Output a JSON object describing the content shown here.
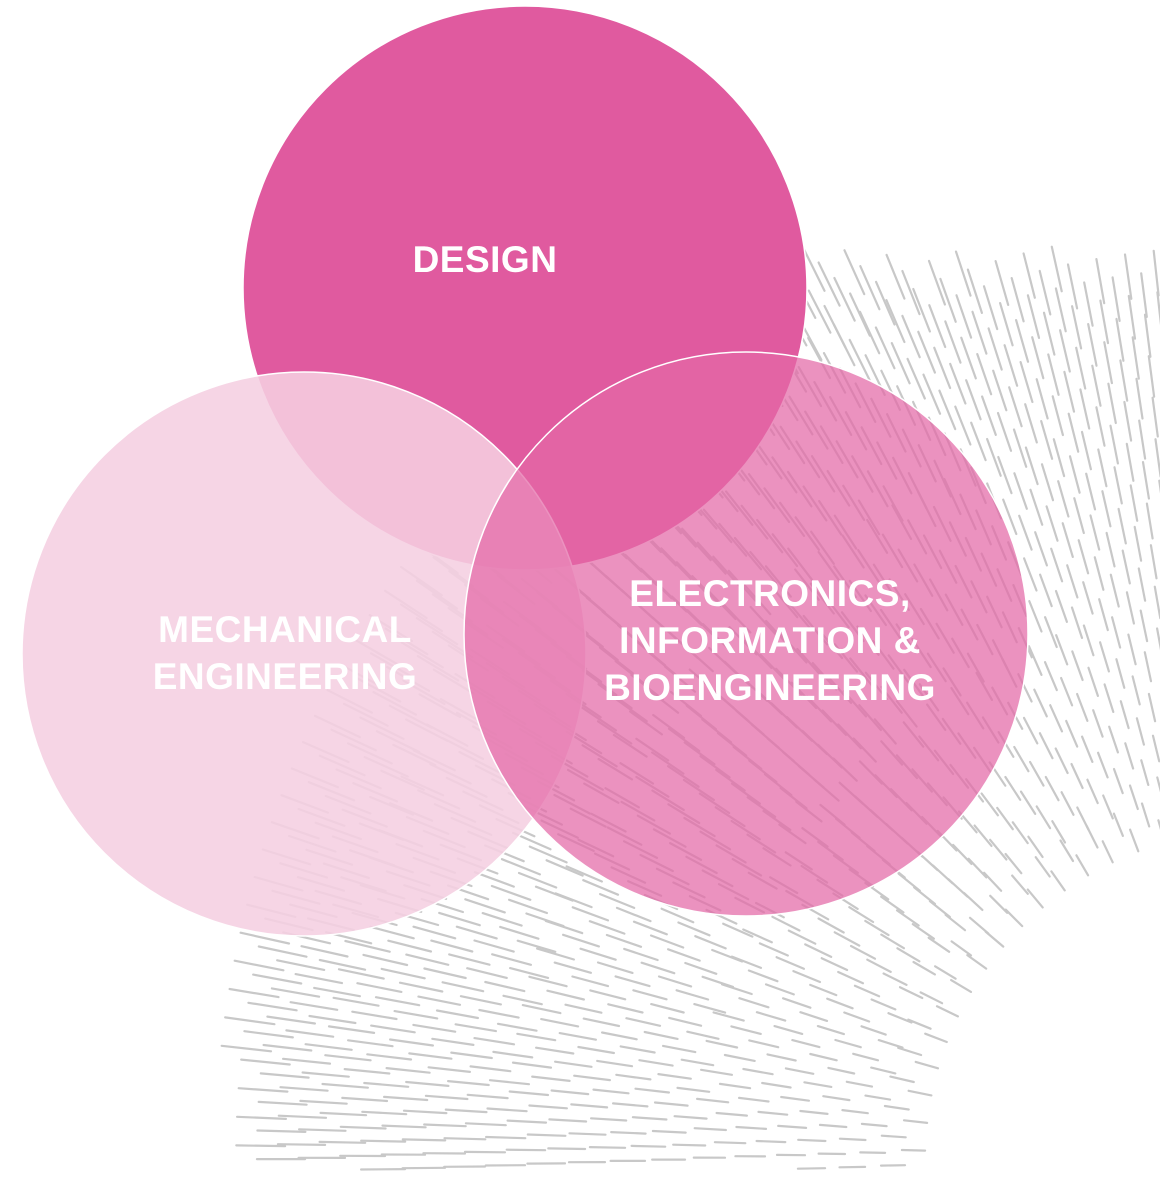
{
  "diagram": {
    "type": "venn",
    "circles": [
      {
        "id": "design",
        "label": "DESIGN",
        "color": "#e05a9f",
        "opacity": 1.0
      },
      {
        "id": "mechanical",
        "label": "MECHANICAL\nENGINEERING",
        "color": "#f5cfe1",
        "opacity": 0.88
      },
      {
        "id": "electronics",
        "label": "ELECTRONICS,\nINFORMATION &\nBIOENGINEERING",
        "color": "#e368a6",
        "opacity": 0.72
      }
    ],
    "outline_color": "#ffffff",
    "background_pattern": {
      "description": "radial dashed-line pattern",
      "color": "#c8c8c8"
    }
  }
}
